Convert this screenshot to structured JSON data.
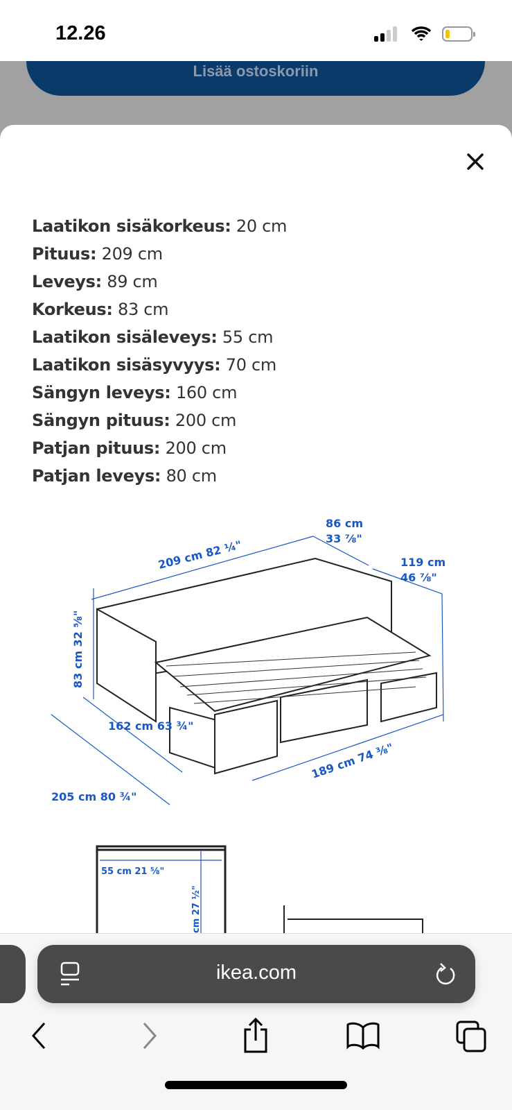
{
  "status_bar": {
    "time": "12.26",
    "battery_color": "#f5c400"
  },
  "background": {
    "cart_button_label": "Lisää ostoskoriin",
    "cart_button_color": "#0a3a69"
  },
  "sheet": {
    "close_icon": "close-icon",
    "specs": [
      {
        "label": "Laatikon sisäkorkeus:",
        "value": "20 cm"
      },
      {
        "label": "Pituus:",
        "value": "209 cm"
      },
      {
        "label": "Leveys:",
        "value": "89 cm"
      },
      {
        "label": "Korkeus:",
        "value": "83 cm"
      },
      {
        "label": "Laatikon sisäleveys:",
        "value": "55 cm"
      },
      {
        "label": "Laatikon sisäsyvyys:",
        "value": "70 cm"
      },
      {
        "label": "Sängyn leveys:",
        "value": "160 cm"
      },
      {
        "label": "Sängyn pituus:",
        "value": "200 cm"
      },
      {
        "label": "Patjan pituus:",
        "value": "200 cm"
      },
      {
        "label": "Patjan leveys:",
        "value": "80 cm"
      }
    ],
    "diagram": {
      "dim_color": "#1958c4",
      "top_length": "209 cm 82 ¼\"",
      "depth_cm": "86 cm",
      "depth_in": "33 ⅞\"",
      "ext_cm": "119 cm",
      "ext_in": "46 ⅞\"",
      "height": "83 cm 32 ⅝\"",
      "side1": "162 cm 63 ¾\"",
      "side2": "205 cm 80 ¾\"",
      "front": "189 cm 74 ⅜\""
    },
    "drawer_diagram": {
      "width": "55 cm 21 ⅝\"",
      "depth": "cm 27 ½\""
    }
  },
  "browser": {
    "url": "ikea.com"
  }
}
